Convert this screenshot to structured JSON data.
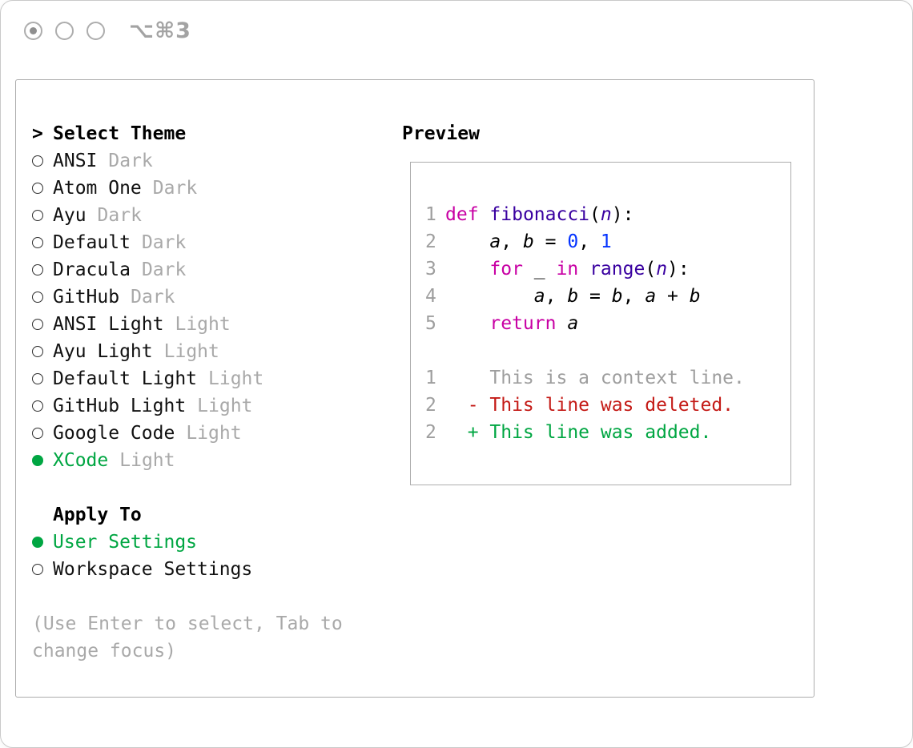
{
  "window": {
    "shortcut": "⌥⌘3"
  },
  "colors": {
    "accent_green": "#00a642",
    "keyword": "#c800a4",
    "function_name": "#3900a0",
    "number": "#0433ff",
    "deleted": "#c41a16",
    "muted_gray": "#a9a9a9"
  },
  "theme_picker": {
    "prompt": ">",
    "title": "Select Theme",
    "themes": [
      {
        "name": "ANSI",
        "tag": "Dark",
        "selected": false
      },
      {
        "name": "Atom One",
        "tag": "Dark",
        "selected": false
      },
      {
        "name": "Ayu",
        "tag": "Dark",
        "selected": false
      },
      {
        "name": "Default",
        "tag": "Dark",
        "selected": false
      },
      {
        "name": "Dracula",
        "tag": "Dark",
        "selected": false
      },
      {
        "name": "GitHub",
        "tag": "Dark",
        "selected": false
      },
      {
        "name": "ANSI Light",
        "tag": "Light",
        "selected": false
      },
      {
        "name": "Ayu Light",
        "tag": "Light",
        "selected": false
      },
      {
        "name": "Default Light",
        "tag": "Light",
        "selected": false
      },
      {
        "name": "GitHub Light",
        "tag": "Light",
        "selected": false
      },
      {
        "name": "Google Code",
        "tag": "Light",
        "selected": false
      },
      {
        "name": "XCode",
        "tag": "Light",
        "selected": true
      }
    ],
    "apply_to": {
      "title": "Apply To",
      "options": [
        {
          "label": "User Settings",
          "selected": true
        },
        {
          "label": "Workspace Settings",
          "selected": false
        }
      ]
    },
    "hint": "(Use Enter to select, Tab to change focus)"
  },
  "preview": {
    "title": "Preview",
    "code_lines": [
      {
        "num": "1",
        "tokens": [
          {
            "t": "def",
            "c": "kw"
          },
          {
            "t": " ",
            "c": "p"
          },
          {
            "t": "fibonacci",
            "c": "fn"
          },
          {
            "t": "(",
            "c": "p"
          },
          {
            "t": "n",
            "c": "param"
          },
          {
            "t": "):",
            "c": "p"
          }
        ]
      },
      {
        "num": "2",
        "tokens": [
          {
            "t": "    ",
            "c": "p"
          },
          {
            "t": "a",
            "c": "var"
          },
          {
            "t": ", ",
            "c": "p"
          },
          {
            "t": "b",
            "c": "var"
          },
          {
            "t": " = ",
            "c": "p"
          },
          {
            "t": "0",
            "c": "num"
          },
          {
            "t": ", ",
            "c": "p"
          },
          {
            "t": "1",
            "c": "num"
          }
        ]
      },
      {
        "num": "3",
        "tokens": [
          {
            "t": "    ",
            "c": "p"
          },
          {
            "t": "for",
            "c": "kw"
          },
          {
            "t": " ",
            "c": "p"
          },
          {
            "t": "_",
            "c": "p"
          },
          {
            "t": " ",
            "c": "p"
          },
          {
            "t": "in",
            "c": "kw"
          },
          {
            "t": " ",
            "c": "p"
          },
          {
            "t": "range",
            "c": "fn"
          },
          {
            "t": "(",
            "c": "p"
          },
          {
            "t": "n",
            "c": "param"
          },
          {
            "t": "):",
            "c": "p"
          }
        ]
      },
      {
        "num": "4",
        "tokens": [
          {
            "t": "        ",
            "c": "p"
          },
          {
            "t": "a",
            "c": "var"
          },
          {
            "t": ", ",
            "c": "p"
          },
          {
            "t": "b",
            "c": "var"
          },
          {
            "t": " = ",
            "c": "p"
          },
          {
            "t": "b",
            "c": "var"
          },
          {
            "t": ", ",
            "c": "p"
          },
          {
            "t": "a",
            "c": "var"
          },
          {
            "t": " + ",
            "c": "p"
          },
          {
            "t": "b",
            "c": "var"
          }
        ]
      },
      {
        "num": "5",
        "tokens": [
          {
            "t": "    ",
            "c": "p"
          },
          {
            "t": "return",
            "c": "kw"
          },
          {
            "t": " ",
            "c": "p"
          },
          {
            "t": "a",
            "c": "var"
          }
        ]
      }
    ],
    "diff_lines": [
      {
        "num": "1",
        "kind": "context",
        "text": "    This is a context line."
      },
      {
        "num": "2",
        "kind": "deleted",
        "text": "  - This line was deleted."
      },
      {
        "num": "2",
        "kind": "added",
        "text": "  + This line was added."
      }
    ]
  }
}
